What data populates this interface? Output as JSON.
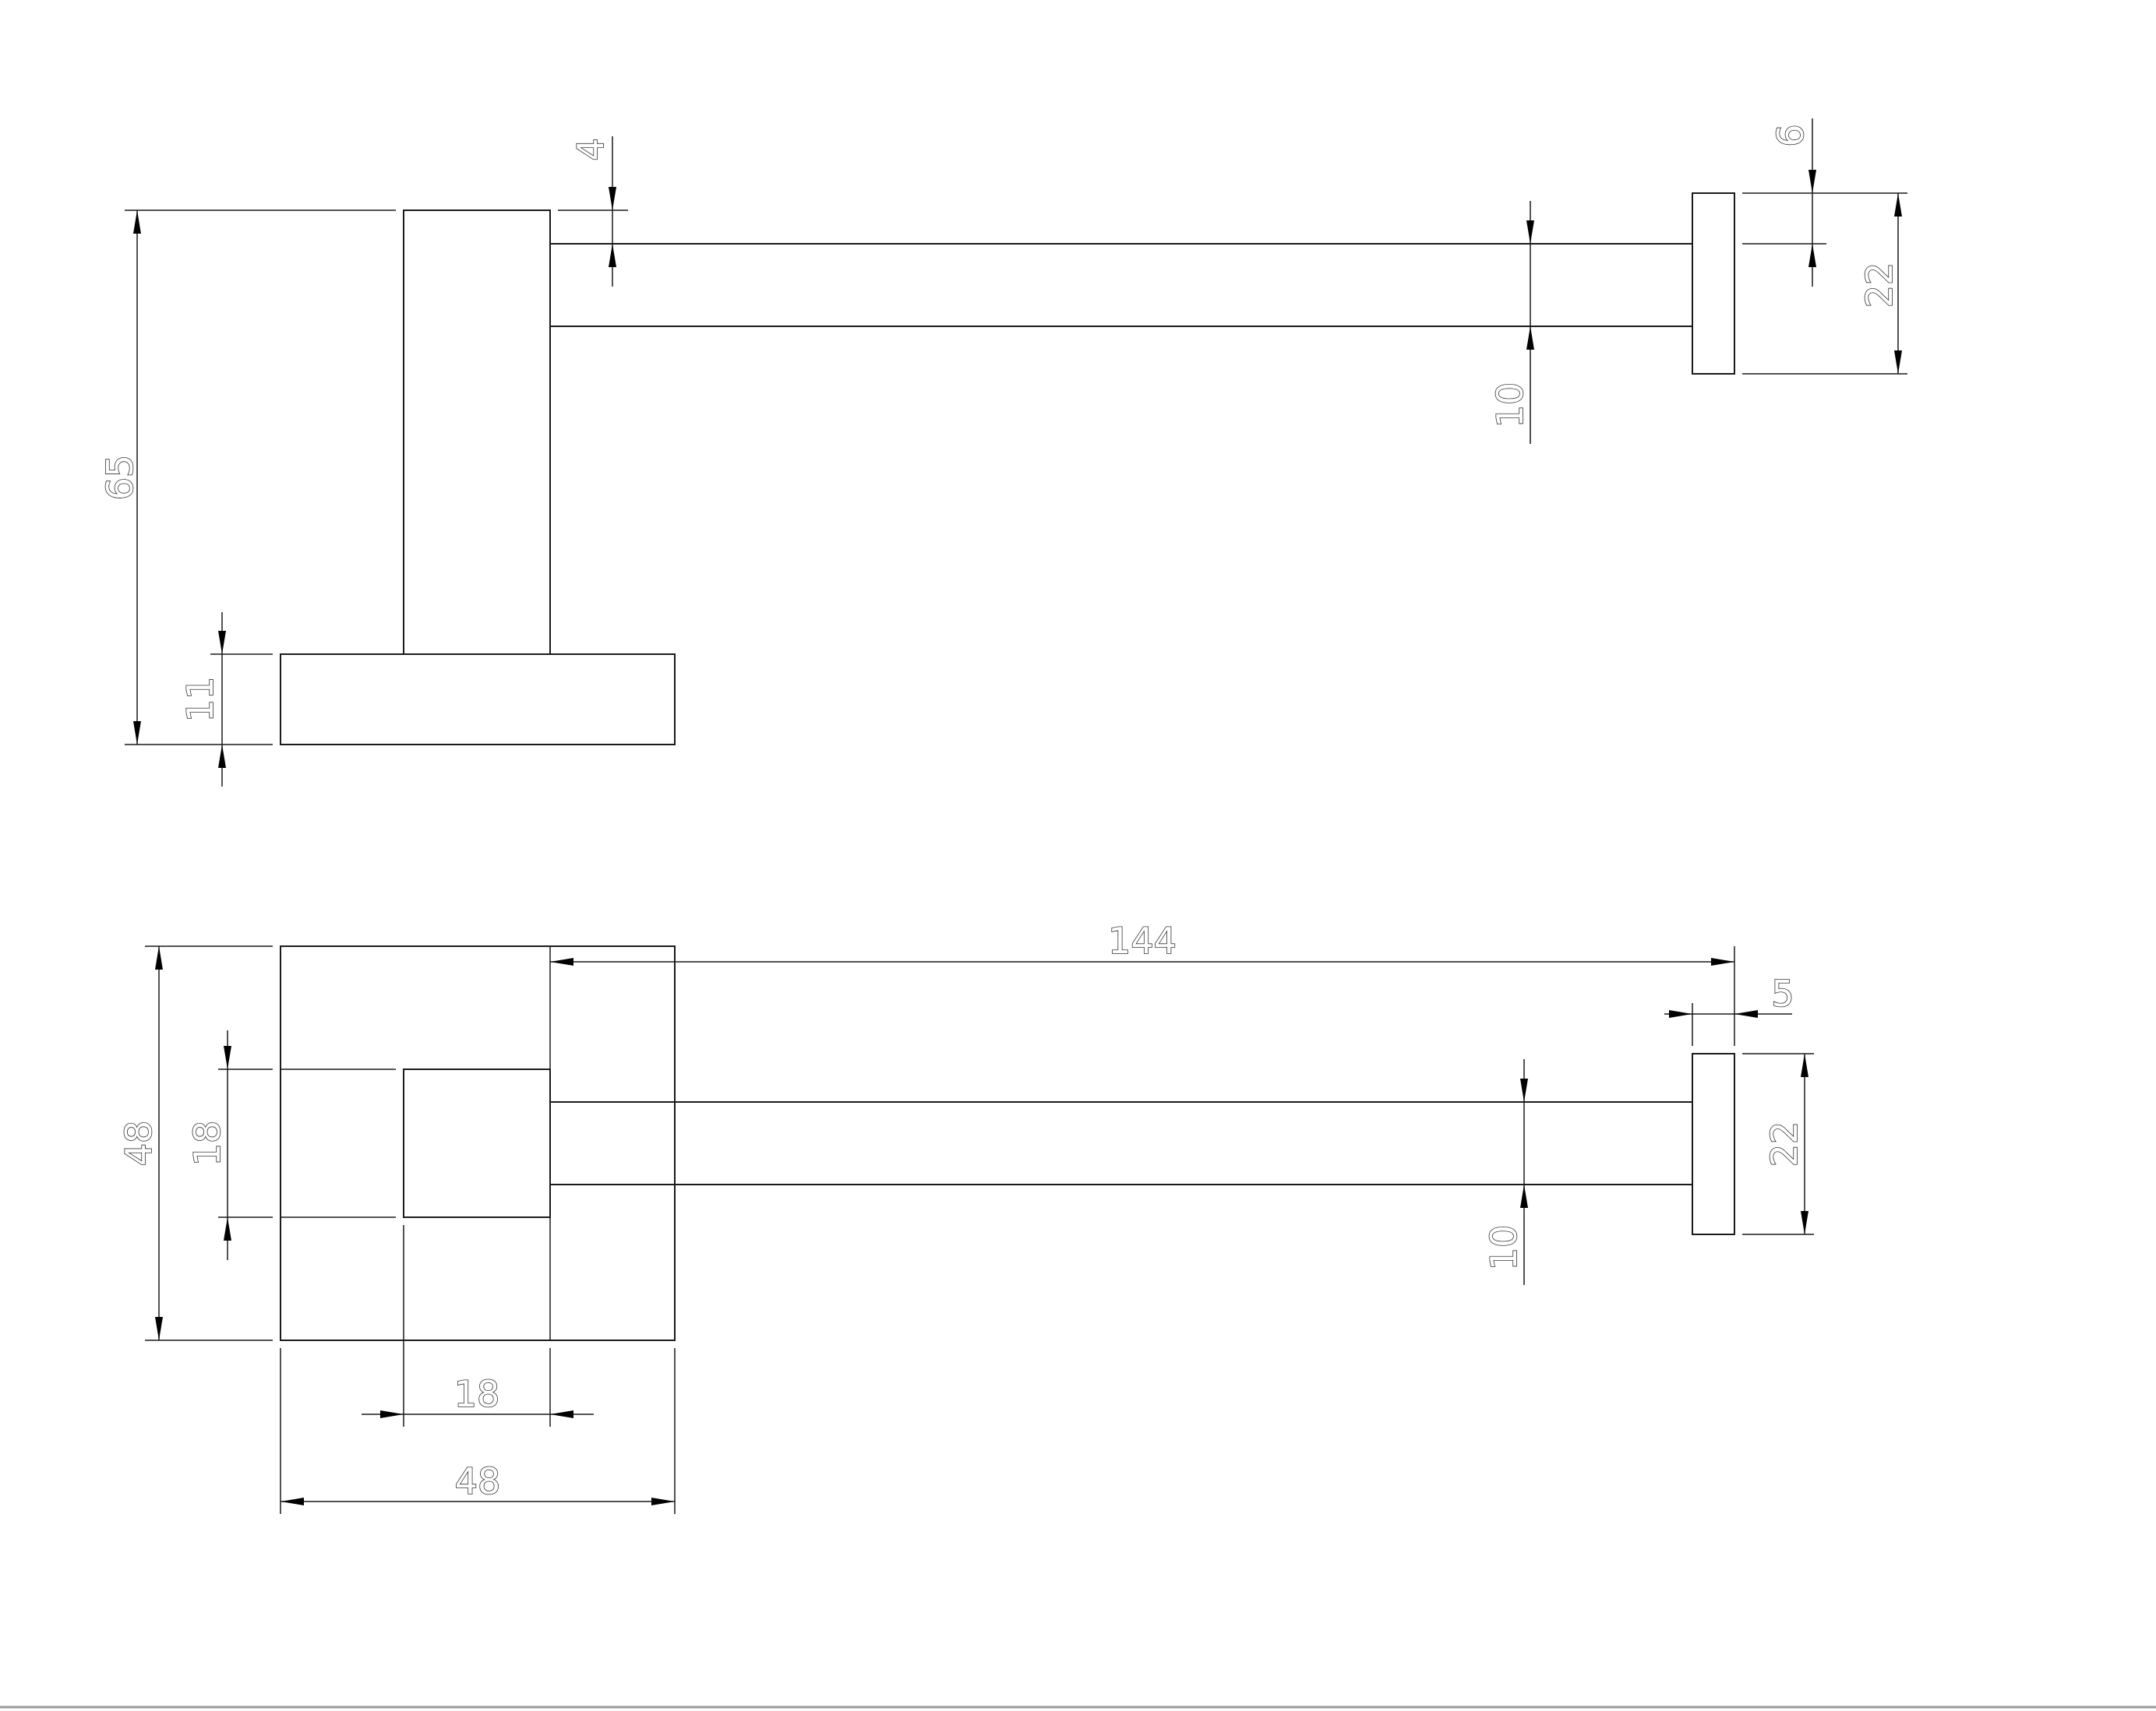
{
  "colors": {
    "line": "#1a1a1a",
    "background": "#ffffff"
  },
  "side_view": {
    "dims": {
      "height_total": "65",
      "base_thickness": "11",
      "arm_offset": "4",
      "arm_thickness": "10",
      "end_cap_offset": "6",
      "end_cap_height": "22"
    }
  },
  "top_view": {
    "dims": {
      "plate_height": "48",
      "post_height": "18",
      "arm_length": "144",
      "end_cap_thickness": "5",
      "end_cap_height": "22",
      "arm_width": "10",
      "post_width": "18",
      "plate_width": "48"
    }
  }
}
